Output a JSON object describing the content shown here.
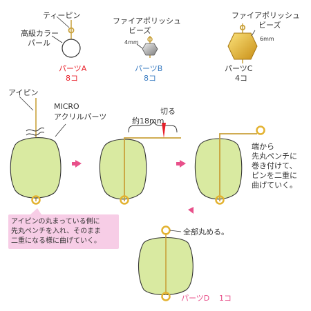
{
  "parts": {
    "a": {
      "tpin": "ティーピン",
      "pearl_1": "高級カラー",
      "pearl_2": "パール",
      "label": "パーツA",
      "count": "8コ"
    },
    "b": {
      "bead_1": "ファイアポリッシュ",
      "bead_2": "ビーズ",
      "size": "4mm",
      "label": "パーツB",
      "count": "8コ"
    },
    "c": {
      "bead_1": "ファイアポリッシュ",
      "bead_2": "ビーズ",
      "size": "6mm",
      "label": "パーツC",
      "count": "4コ"
    }
  },
  "steps": {
    "eyepin": "アイピン",
    "bead_1": "MICRO",
    "bead_2": "アクリルパーツ",
    "length": "約18mm",
    "cut": "切る",
    "wrap": [
      "端から",
      "先丸ペンチに",
      "巻き付けて、",
      "ピンを二重に",
      "曲げていく。"
    ],
    "note": [
      "アイピンの丸まっている側に",
      "先丸ペンチを入れ、そのまま",
      "二重になる様に曲げていく。"
    ],
    "final": "全部丸める。",
    "result_label": "パーツD",
    "result_count": "1コ"
  },
  "colors": {
    "bead": "#d9eaa1",
    "gold": "#e3b230",
    "note_bg": "#f7cde6",
    "arrow": "#e8508a",
    "part_a": "#e8202a",
    "part_b": "#3a7cc2",
    "cut_mark": "#e8202a"
  }
}
